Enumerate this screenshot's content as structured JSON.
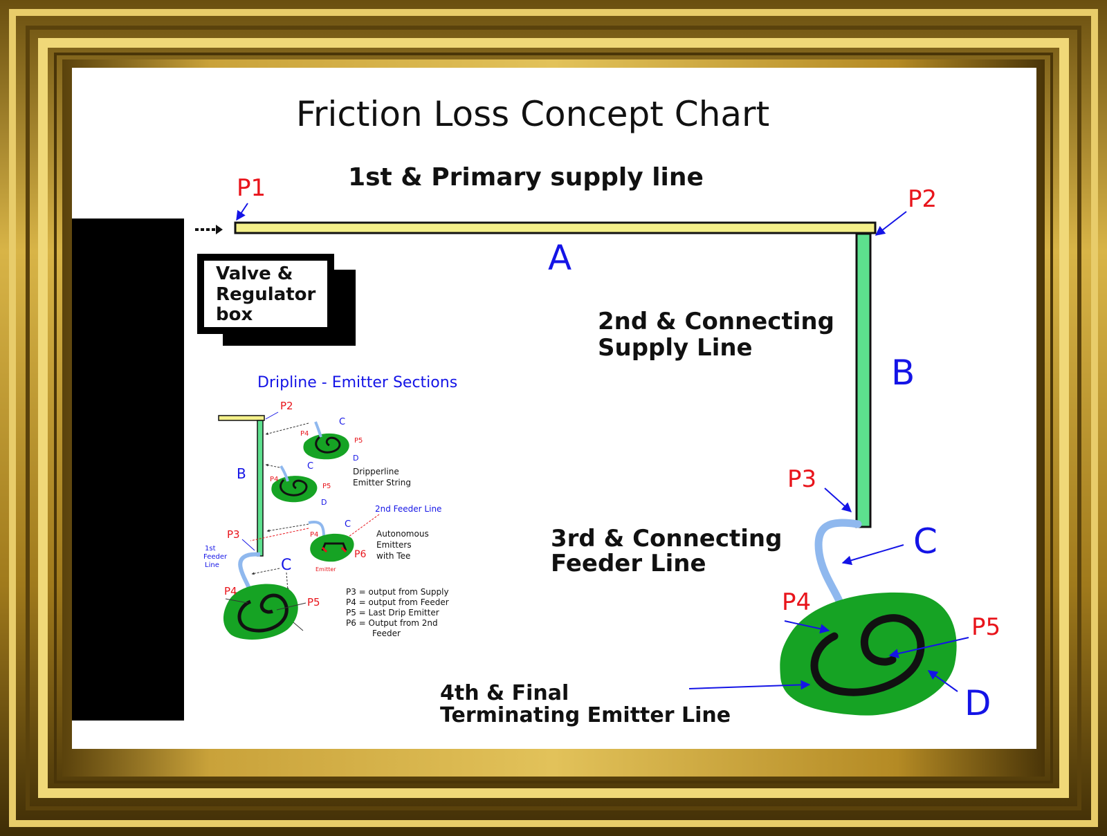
{
  "title": "Friction Loss Concept Chart",
  "labels": {
    "primary_line": "1st & Primary supply line",
    "connecting_supply": [
      "2nd & Connecting",
      "Supply Line"
    ],
    "feeder_line": [
      "3rd & Connecting",
      "Feeder Line"
    ],
    "emitter_line": [
      "4th & Final",
      "Terminating Emitter Line"
    ],
    "valve_box": [
      "Valve &",
      "Regulator",
      "box"
    ]
  },
  "points": {
    "p1": "P1",
    "p2": "P2",
    "p3": "P3",
    "p4": "P4",
    "p5": "P5"
  },
  "sections": {
    "a": "A",
    "b": "B",
    "c": "C",
    "d": "D"
  },
  "inset": {
    "title": "Dripline - Emitter Sections",
    "p2": "P2",
    "p3": "P3",
    "p4": "P4",
    "p5": "P5",
    "p6": "P6",
    "b": "B",
    "c": "C",
    "d": "D",
    "dripperline": [
      "Dripperline",
      "Emitter String"
    ],
    "second_feeder": "2nd Feeder Line",
    "autonomous": [
      "Autonomous",
      "Emitters",
      "with Tee"
    ],
    "first_feeder": [
      "1st",
      "Feeder",
      "Line"
    ],
    "emitter": "Emitter",
    "legend": [
      "P3 = output from Supply",
      "P4 = output from Feeder",
      "P5 = Last Drip Emitter",
      "P6 = Output from 2nd",
      "Feeder"
    ]
  },
  "colors": {
    "frame_gold": "#b8902a",
    "primary_line": "#f4f08a",
    "supply_line": "#5de08e",
    "feeder_line": "#8fb8ee",
    "emitter_area": "#16a324",
    "point_label": "#e8141b",
    "section_label": "#1414e6"
  }
}
